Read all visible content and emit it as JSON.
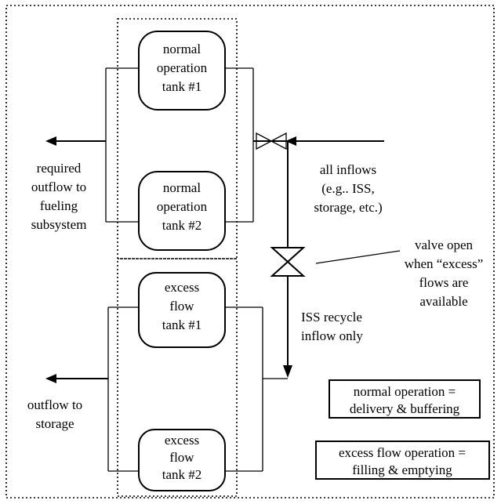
{
  "tanks": {
    "normal_1": [
      "normal",
      "operation",
      "tank #1"
    ],
    "normal_2": [
      "normal",
      "operation",
      "tank #2"
    ],
    "excess_1": [
      "excess",
      "flow",
      "tank #1"
    ],
    "excess_2": [
      "excess",
      "flow",
      "tank #2"
    ]
  },
  "labels": {
    "required_outflow": [
      "required",
      "outflow to",
      "fueling",
      "subsystem"
    ],
    "all_inflows": [
      "all inflows",
      "(e.g.. ISS,",
      "storage, etc.)"
    ],
    "valve_note": [
      "valve open",
      "when “excess”",
      "flows are",
      "available"
    ],
    "iss_recycle": [
      "ISS recycle",
      "inflow only"
    ],
    "outflow_storage": [
      "outflow to",
      "storage"
    ]
  },
  "legend": {
    "normal": [
      "normal operation =",
      "delivery & buffering"
    ],
    "excess": [
      "excess flow operation =",
      "filling & emptying"
    ]
  }
}
